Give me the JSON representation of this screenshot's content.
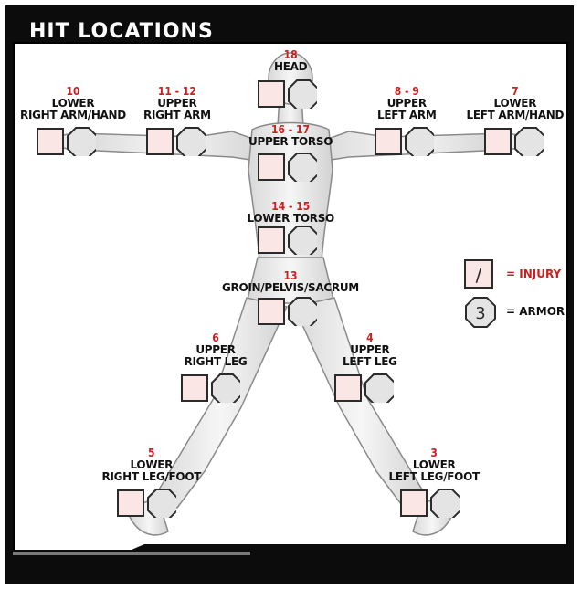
{
  "title": "HIT LOCATIONS",
  "locations": [
    {
      "id": "head",
      "roll": "18",
      "label": [
        "HEAD"
      ]
    },
    {
      "id": "lower-right-arm-hand",
      "roll": "10",
      "label": [
        "LOWER",
        "RIGHT ARM/HAND"
      ]
    },
    {
      "id": "upper-right-arm",
      "roll": "11 - 12",
      "label": [
        "UPPER",
        "RIGHT ARM"
      ]
    },
    {
      "id": "upper-left-arm",
      "roll": "8 - 9",
      "label": [
        "UPPER",
        "LEFT ARM"
      ]
    },
    {
      "id": "lower-left-arm-hand",
      "roll": "7",
      "label": [
        "LOWER",
        "LEFT ARM/HAND"
      ]
    },
    {
      "id": "upper-torso",
      "roll": "16 - 17",
      "label": [
        "UPPER TORSO"
      ]
    },
    {
      "id": "lower-torso",
      "roll": "14 - 15",
      "label": [
        "LOWER TORSO"
      ]
    },
    {
      "id": "groin-pelvis-sacrum",
      "roll": "13",
      "label": [
        "GROIN/PELVIS/SACRUM"
      ]
    },
    {
      "id": "upper-right-leg",
      "roll": "6",
      "label": [
        "UPPER",
        "RIGHT LEG"
      ]
    },
    {
      "id": "upper-left-leg",
      "roll": "4",
      "label": [
        "UPPER",
        "LEFT LEG"
      ]
    },
    {
      "id": "lower-right-leg-foot",
      "roll": "5",
      "label": [
        "LOWER",
        "RIGHT LEG/FOOT"
      ]
    },
    {
      "id": "lower-left-leg-foot",
      "roll": "3",
      "label": [
        "LOWER",
        "LEFT LEG/FOOT"
      ]
    }
  ],
  "legend": {
    "injury_mark": "/",
    "injury_label": "= INJURY",
    "armor_mark": "3",
    "armor_label": "= ARMOR"
  },
  "colors": {
    "roll_number": "#cc1f1f",
    "injury_box_fill": "#fbe6e6",
    "frame": "#0c0c0c"
  }
}
